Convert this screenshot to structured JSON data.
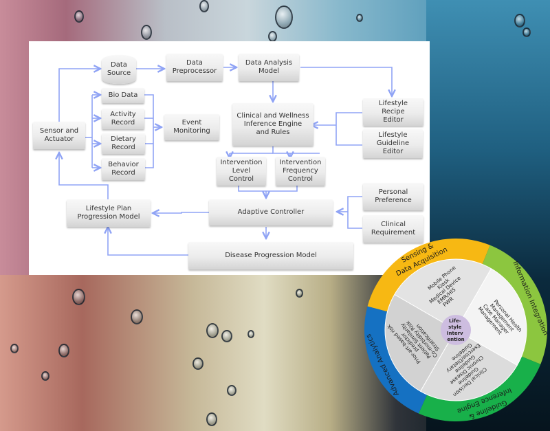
{
  "diagram": {
    "nodes": {
      "data_source": "Data\nSource",
      "data_preprocessor": "Data\nPreprocessor",
      "data_analysis_model": "Data Analysis\nModel",
      "bio_data": "Bio Data",
      "activity_record": "Activity\nRecord",
      "dietary_record": "Dietary\nRecord",
      "behavior_record": "Behavior\nRecord",
      "sensor_actuator": "Sensor and\nActuator",
      "event_monitoring": "Event\nMonitoring",
      "inference_engine": "Clinical and Wellness\nInference Engine\nand Rules",
      "lifestyle_recipe_editor": "Lifestyle\nRecipe\nEditor",
      "lifestyle_guideline_editor": "Lifestyle\nGuideline\nEditor",
      "intervention_level_control": "Intervention\nLevel\nControl",
      "intervention_frequency_control": "Intervention\nFrequency\nControl",
      "adaptive_controller": "Adaptive Controller",
      "personal_preference": "Personal\nPreference",
      "clinical_requirement": "Clinical\nRequirement",
      "lifestyle_plan_progression": "Lifestyle Plan\nProgression Model",
      "disease_progression": "Disease Progression Model"
    },
    "connector_color": "#8fa3f5"
  },
  "wheel": {
    "center_label": [
      "Life-",
      "style",
      "Interv",
      "ention"
    ],
    "center_color": "#cdbde0",
    "segments": [
      {
        "title": "Sensing & Data Acquisition",
        "title_lines": [
          "Sensing &",
          "Data Acquisition"
        ],
        "color": "#f7b813",
        "items": [
          "Mobile Phone",
          "Kiosk",
          "Medical Device",
          "EMR/HIS",
          "PWR"
        ]
      },
      {
        "title": "Information Integration",
        "title_lines": [
          "Information Integration"
        ],
        "color": "#8cc63f",
        "items": [
          "Personal Health",
          "Management",
          "Case Manager",
          "Management"
        ]
      },
      {
        "title": "Guideline & Inference Engine",
        "title_lines": [
          "Guideline &",
          "Inference Engine"
        ],
        "color": "#18b04a",
        "items": [
          "Clinical Decision",
          "Guideline",
          "Chronic Disease",
          "Guideline",
          "Exercise/Dietary",
          "Guideline"
        ]
      },
      {
        "title": "Advanced Analytics",
        "title_lines": [
          "Advanced Analytics"
        ],
        "color": "#1571c2",
        "items": [
          "Prior-art-based risk",
          "predictor",
          "Patient Similarity",
          "Co-morbidity Risk",
          "Stratification"
        ]
      }
    ]
  }
}
